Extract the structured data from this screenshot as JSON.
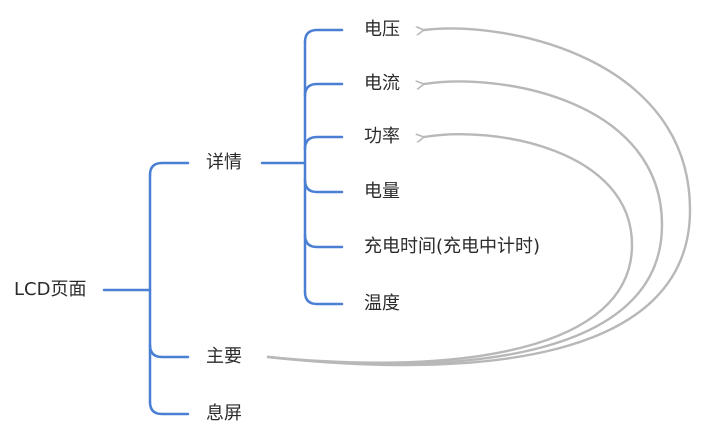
{
  "mindmap": {
    "root": {
      "label": "LCD页面"
    },
    "branches": [
      {
        "label": "详情",
        "children": [
          {
            "label": "电压"
          },
          {
            "label": "电流"
          },
          {
            "label": "功率"
          },
          {
            "label": "电量"
          },
          {
            "label": "充电时间(充电中计时)"
          },
          {
            "label": "温度"
          }
        ]
      },
      {
        "label": "主要"
      },
      {
        "label": "息屏"
      }
    ]
  },
  "colors": {
    "tree_line": "#4a7fd4",
    "reference_arrow": "#b8b8b8",
    "text": "#2b2b2b",
    "background": "#ffffff"
  }
}
